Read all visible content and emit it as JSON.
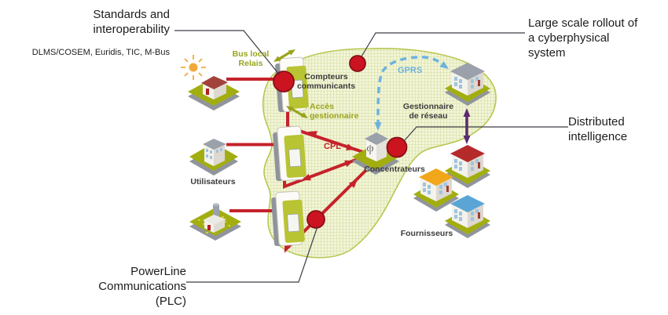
{
  "annotations": {
    "standards": {
      "title": "Standards and\ninteroperability",
      "subtitle": "DLMS/COSEM, Euridis, TIC, M-Bus"
    },
    "large_scale": {
      "title": "Large scale rollout of\na cyberphysical\nsystem"
    },
    "distributed": {
      "title": "Distributed\nintelligence"
    },
    "plc": {
      "title": "PowerLine\nCommunications\n(PLC)"
    }
  },
  "diagram": {
    "labels": {
      "bus_local_relais": "Bus local\nRelais",
      "compteurs": "Compteurs\ncommunicants",
      "acces_gestionnaire": "Accès\ngestionnaire",
      "cpl": "CPL",
      "gprs": "GPRS",
      "gestionnaire_reseau": "Gestionnaire\nde réseau",
      "concentrateurs": "Concentrateurs",
      "utilisateurs": "Utilisateurs",
      "fournisseurs": "Fournisseurs"
    }
  },
  "colors": {
    "network_red": "#c5222b",
    "circle_red": "#cb1420",
    "circle_stroke": "#871016",
    "olive": "#99a41c",
    "gprs_blue": "#6cb2df",
    "purple": "#5b2a70",
    "blob_fill": "#f3f5da",
    "blob_stroke": "#b9c752",
    "platform_green": "#a2ae10",
    "roof_red": "#b52a2a",
    "roof_orange": "#f2a71b",
    "roof_blue": "#5aa5d6",
    "roof_gray": "#9aa1ab",
    "sun_orange": "#f2a93b",
    "connector_dark": "#3c3c46"
  }
}
